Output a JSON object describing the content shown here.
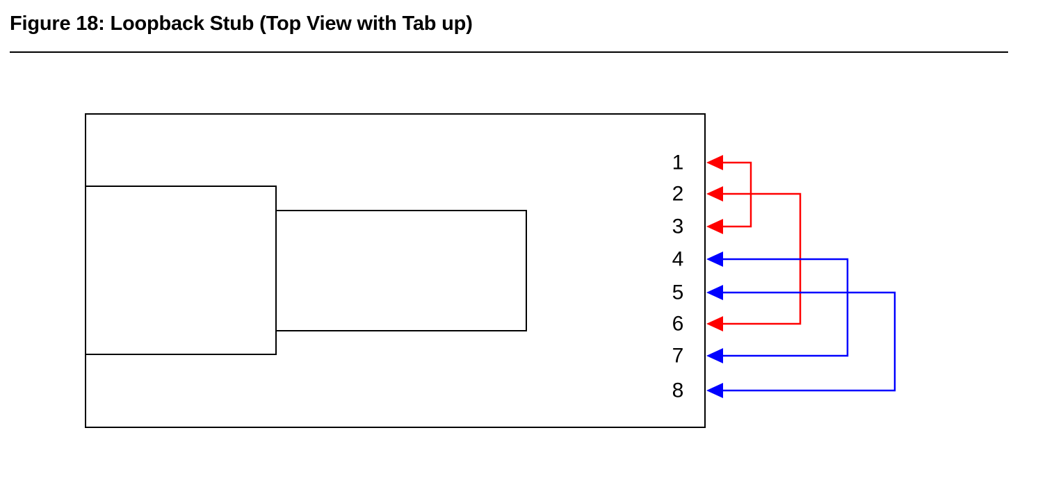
{
  "figure": {
    "title": "Figure 18: Loopback Stub (Top View with Tab up)"
  },
  "pins": [
    {
      "label": "1"
    },
    {
      "label": "2"
    },
    {
      "label": "3"
    },
    {
      "label": "4"
    },
    {
      "label": "5"
    },
    {
      "label": "6"
    },
    {
      "label": "7"
    },
    {
      "label": "8"
    }
  ],
  "loopbacks": [
    {
      "from": "1",
      "to": "3",
      "color": "#ff0000"
    },
    {
      "from": "2",
      "to": "6",
      "color": "#ff0000"
    },
    {
      "from": "4",
      "to": "7",
      "color": "#0000ff"
    },
    {
      "from": "5",
      "to": "8",
      "color": "#0000ff"
    }
  ],
  "colors": {
    "outline": "#000000",
    "red_wire": "#ff0000",
    "blue_wire": "#0000ff"
  }
}
